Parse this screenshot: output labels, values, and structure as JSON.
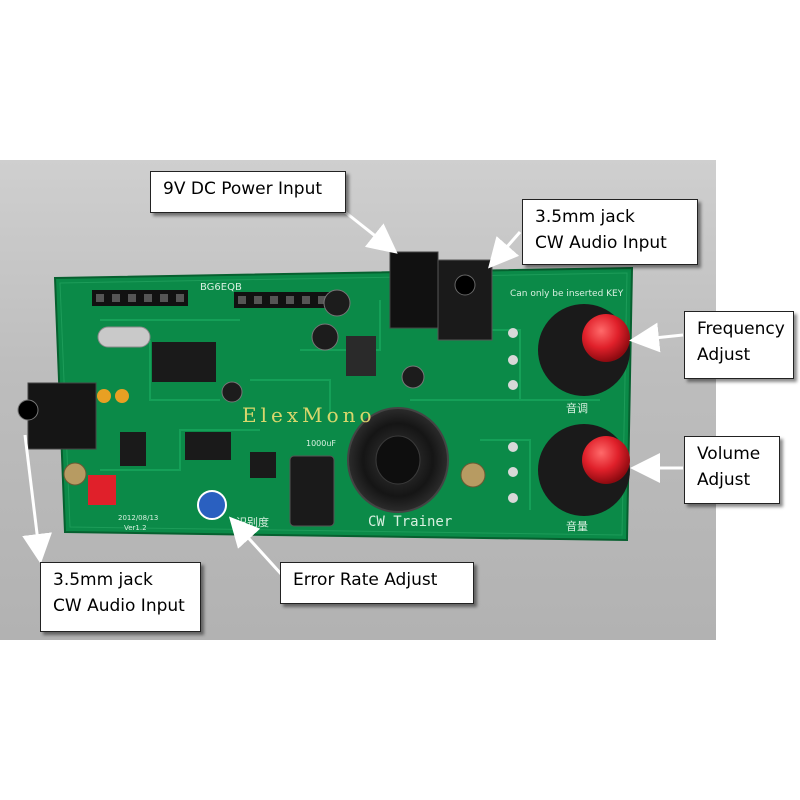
{
  "callouts": {
    "power": {
      "line1": "9V DC Power Input"
    },
    "jack_top": {
      "line1": "3.5mm jack",
      "line2": "CW Audio Input"
    },
    "frequency": {
      "line1": "Frequency",
      "line2": "Adjust"
    },
    "volume": {
      "line1": "Volume",
      "line2": "Adjust"
    },
    "error_rate": {
      "line1": "Error Rate Adjust"
    },
    "jack_left": {
      "line1": "3.5mm jack",
      "line2": "CW Audio Input"
    }
  },
  "board": {
    "model": "BG6EQB",
    "warning": "Can only be inserted KEY",
    "date": "2012/08/13",
    "version": "Ver1.2",
    "logo": "ElexMono",
    "product_name": "CW Trainer",
    "knob_label_top": "音调",
    "knob_label_bottom": "音量",
    "pot_label": "识别度",
    "capacitor_label": "1000uF"
  },
  "colors": {
    "pcb": "#0b8a48",
    "knob_cap": "#e0202a",
    "background": "#bdbdbd",
    "callout_border": "#222222"
  }
}
